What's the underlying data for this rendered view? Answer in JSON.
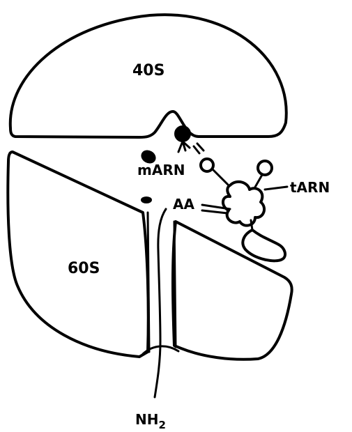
{
  "labels": {
    "small_subunit": "40S",
    "large_subunit": "60S",
    "messenger_rna": "mARN",
    "transfer_rna": "tARN",
    "amino_acid": "AA",
    "n_terminus_main": "NH",
    "n_terminus_subscript": "2"
  },
  "colors": {
    "line": "#000000",
    "background": "#ffffff"
  }
}
